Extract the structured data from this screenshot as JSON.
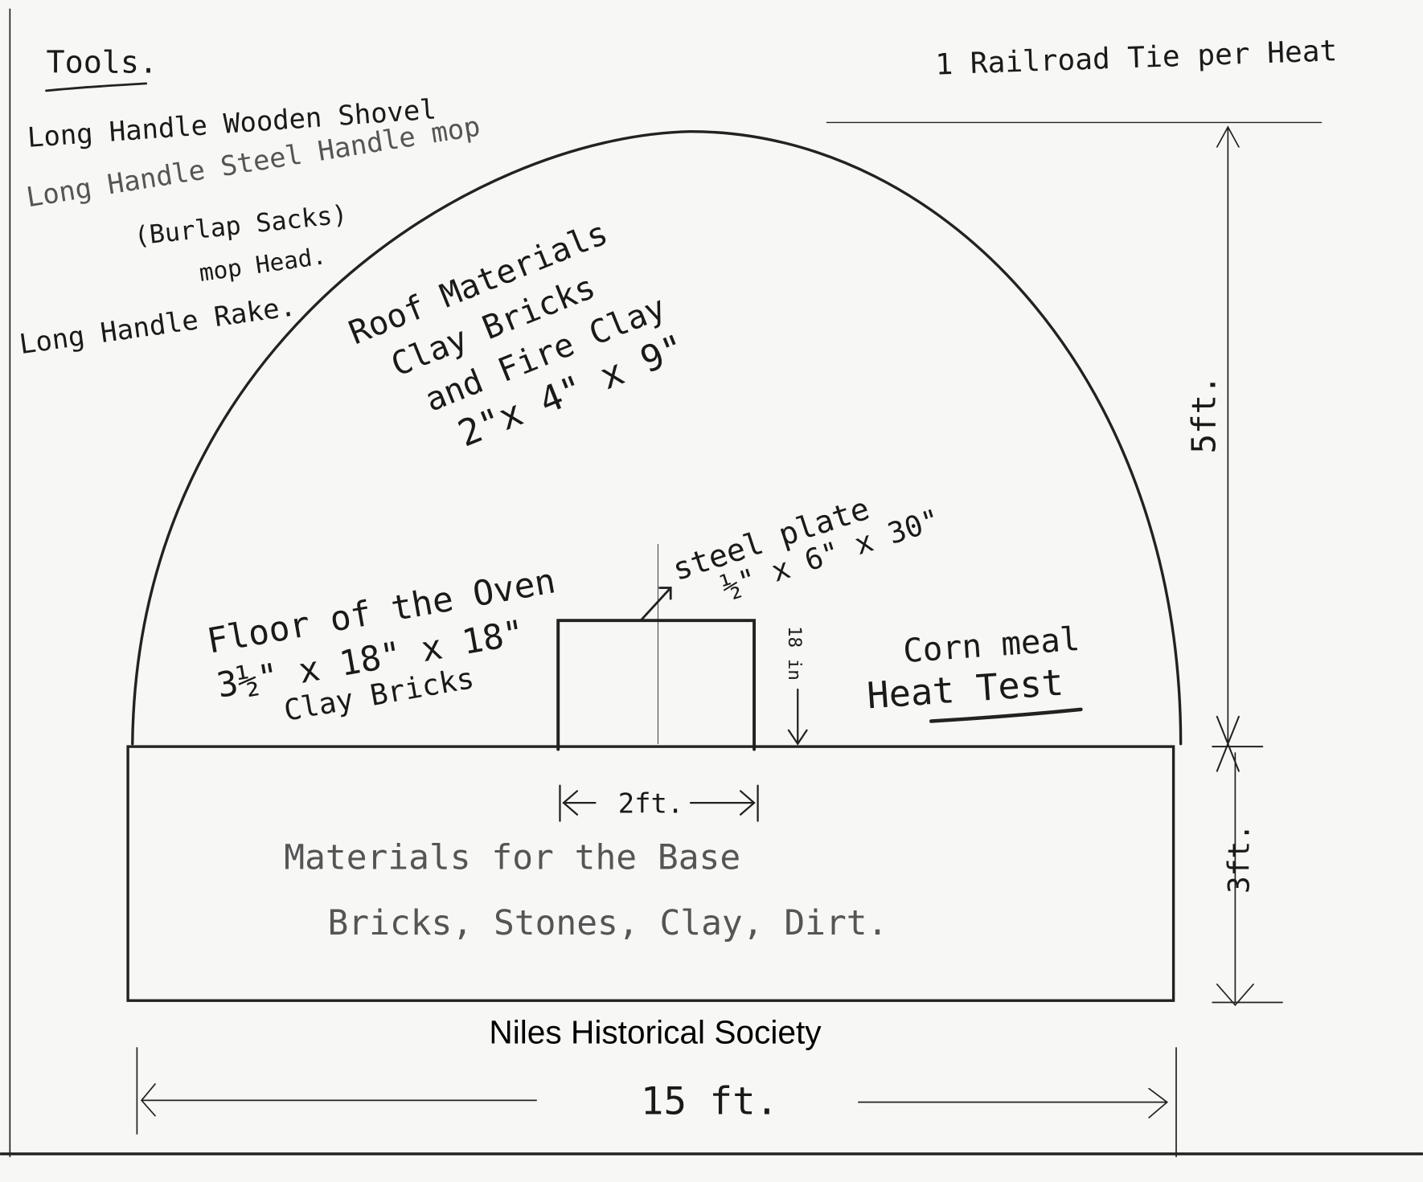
{
  "tools": {
    "heading": "Tools.",
    "items": [
      "Long Handle Wooden Shovel",
      "Long Handle Steel Handle mop",
      "(Burlap Sacks)",
      "mop Head.",
      "Long Handle Rake."
    ]
  },
  "fuel_note": "1 Railroad Tie per Heat",
  "roof": {
    "lines": [
      "Roof Materials",
      "Clay Bricks",
      "and Fire Clay",
      "2\"x 4\" x 9\""
    ]
  },
  "floor": {
    "lines": [
      "Floor of the Oven",
      "3½\" x 18\" x 18\"",
      "Clay Bricks"
    ]
  },
  "steel_plate": {
    "lines": [
      "steel plate",
      "½\" x 6\" x 30\""
    ]
  },
  "door_height": "18 in",
  "heat_test": {
    "lines": [
      "Corn meal",
      "Heat Test"
    ]
  },
  "door_width": "2ft.",
  "base": {
    "lines": [
      "Materials for the Base",
      "Bricks, Stones, Clay, Dirt."
    ]
  },
  "dimensions": {
    "dome_height": "5ft.",
    "base_height": "3ft.",
    "total_width": "15 ft."
  },
  "watermark": "Niles Historical Society"
}
